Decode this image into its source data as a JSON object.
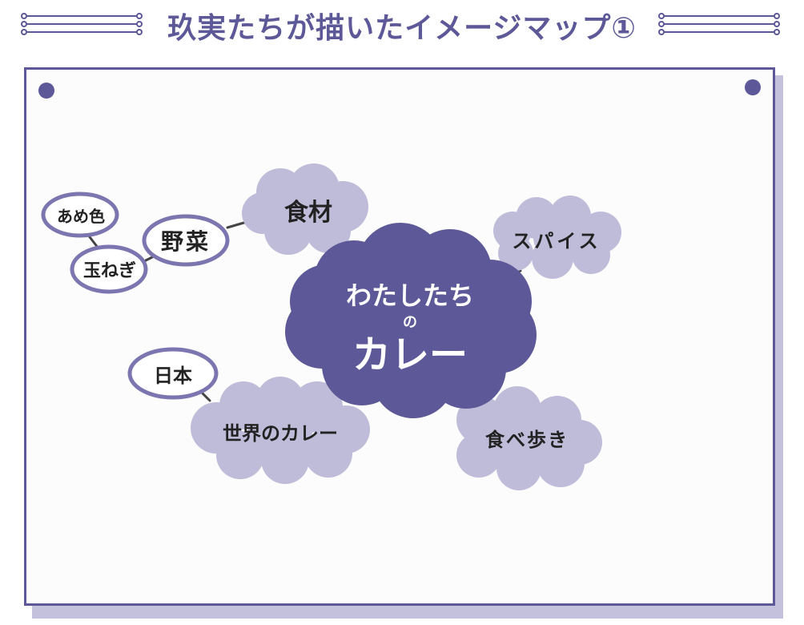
{
  "title": "玖実たちが描いたイメージマップ①",
  "center": {
    "line1": "わたしたち",
    "line2": "の",
    "line3": "カレー"
  },
  "nodes": {
    "shokuzai": "食材",
    "spice": "スパイス",
    "sekai": "世界のカレー",
    "tabearuki": "食べ歩き",
    "yasai": "野菜",
    "tamanegi": "玉ねぎ",
    "ameiro": "あめ色",
    "nihon": "日本"
  },
  "colors": {
    "accent": "#5d5897",
    "cloud": "#bfbcd9",
    "center_cloud": "#5d5897",
    "board_bg": "#fcfcfc",
    "line": "#444444"
  }
}
